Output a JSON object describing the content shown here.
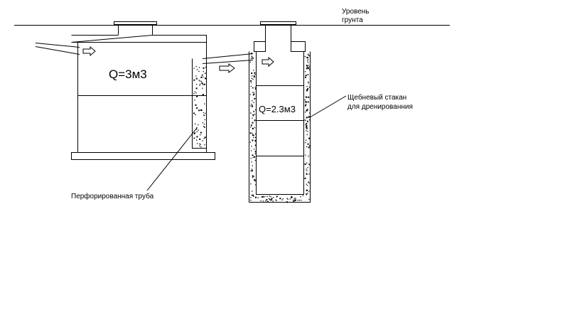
{
  "labels": {
    "ground_line1": "Уровень",
    "ground_line2": "грунта",
    "tank_capacity": "Q=3м3",
    "well_capacity": "Q=2.3м3",
    "gravel_line1": "Щебневый стакан",
    "gravel_line2": "для дренированния",
    "perforated_pipe": "Перфорированная труба"
  },
  "icons": {
    "flow_arrow": "hollow-right-arrow"
  }
}
